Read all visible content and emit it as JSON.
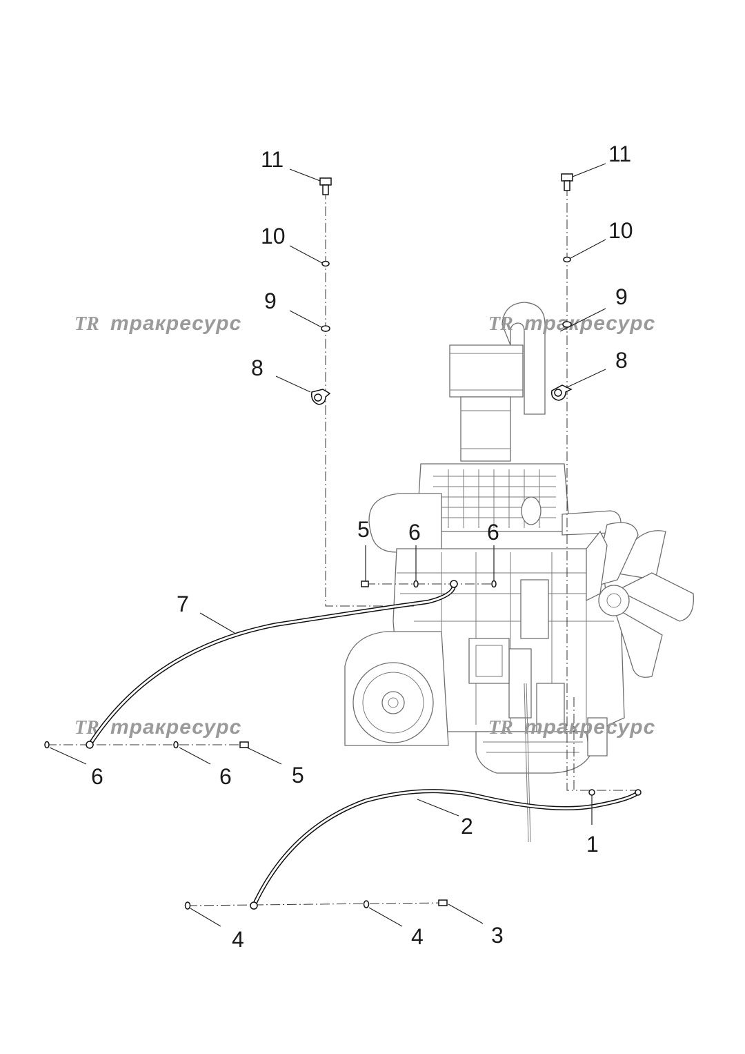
{
  "watermark": {
    "logo": "TR",
    "text": "тракресурс"
  },
  "callouts": {
    "c1": "1",
    "c2": "2",
    "c3": "3",
    "c4a": "4",
    "c4b": "4",
    "c5a": "5",
    "c5b": "5",
    "c6a": "6",
    "c6b": "6",
    "c6c": "6",
    "c6d": "6",
    "c7": "7",
    "c8a": "8",
    "c8b": "8",
    "c9a": "9",
    "c9b": "9",
    "c10a": "10",
    "c10b": "10",
    "c11a": "11",
    "c11b": "11"
  },
  "colors": {
    "lines": "#111111",
    "engine": "#6e6e6e",
    "watermark": "#9a9a9a"
  }
}
